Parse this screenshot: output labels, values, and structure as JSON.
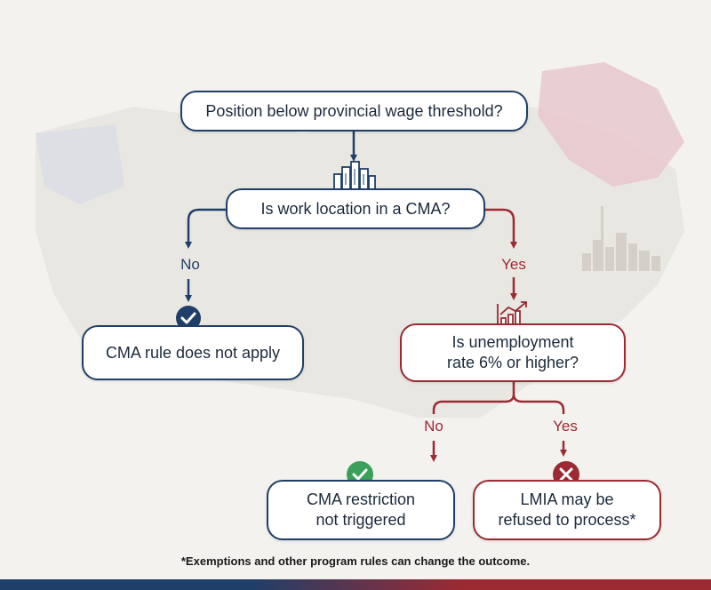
{
  "nodes": {
    "wage": {
      "text": "Position below provincial wage threshold?"
    },
    "cma": {
      "text": "Is work location in a CMA?"
    },
    "no_apply": {
      "text": "CMA rule does not apply"
    },
    "unemployment": {
      "line1": "Is unemployment",
      "line2": "rate 6% or higher?"
    },
    "not_triggered": {
      "line1": "CMA restriction",
      "line2": "not triggered"
    },
    "refused": {
      "line1": "LMIA may be",
      "line2": "refused to process*"
    }
  },
  "edges": {
    "cma_no": "No",
    "cma_yes": "Yes",
    "unemp_no": "No",
    "unemp_yes": "Yes"
  },
  "footnote": "*Exemptions and other program rules can change the outcome.",
  "icons": {
    "cma": "city-buildings-icon",
    "unemployment": "rising-chart-icon",
    "no_apply": "check-circle-icon",
    "not_triggered": "check-circle-icon",
    "refused": "x-circle-icon"
  },
  "colors": {
    "navy": "#1f3f68",
    "red": "#9c2a33",
    "green": "#3aa05a"
  }
}
